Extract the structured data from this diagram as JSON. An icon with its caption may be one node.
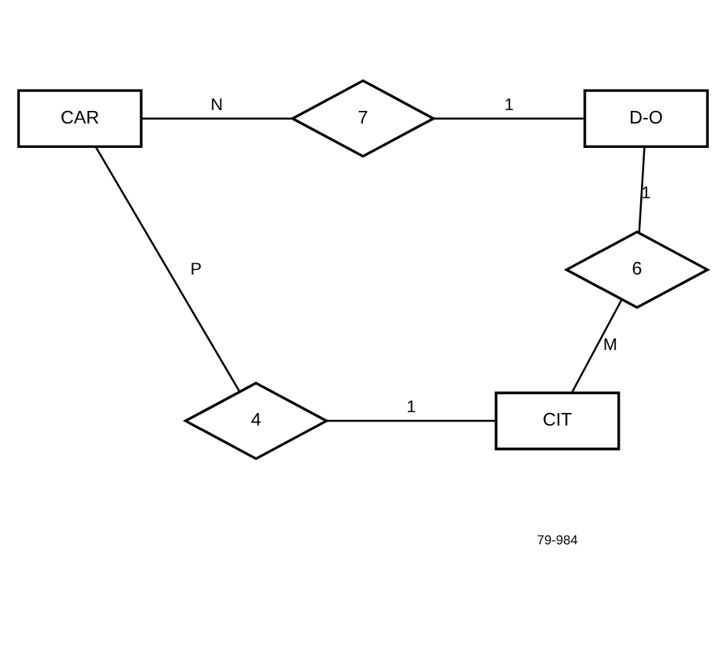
{
  "diagram": {
    "nodes": [
      {
        "text": [
          "CAR"
        ]
      },
      {
        "text": [
          "7"
        ]
      },
      {
        "text": [
          "D-O"
        ]
      },
      {
        "text": [
          "6"
        ]
      },
      {
        "text": [
          "CIT"
        ]
      },
      {
        "text": [
          "4"
        ]
      }
    ],
    "edges": [
      {
        "from": 0,
        "to": 1,
        "arrow": "none",
        "label": "N"
      },
      {
        "from": 1,
        "to": 2,
        "arrow": "none",
        "label": "1"
      },
      {
        "from": 2,
        "to": 3,
        "arrow": "none",
        "label": "1"
      },
      {
        "from": 3,
        "to": 4,
        "arrow": "none",
        "label": "M"
      },
      {
        "from": 4,
        "to": 5,
        "arrow": "none",
        "label": "1"
      },
      {
        "from": 5,
        "to": 0,
        "arrow": "none",
        "label": "P"
      }
    ],
    "labels": [
      "79-984"
    ]
  }
}
